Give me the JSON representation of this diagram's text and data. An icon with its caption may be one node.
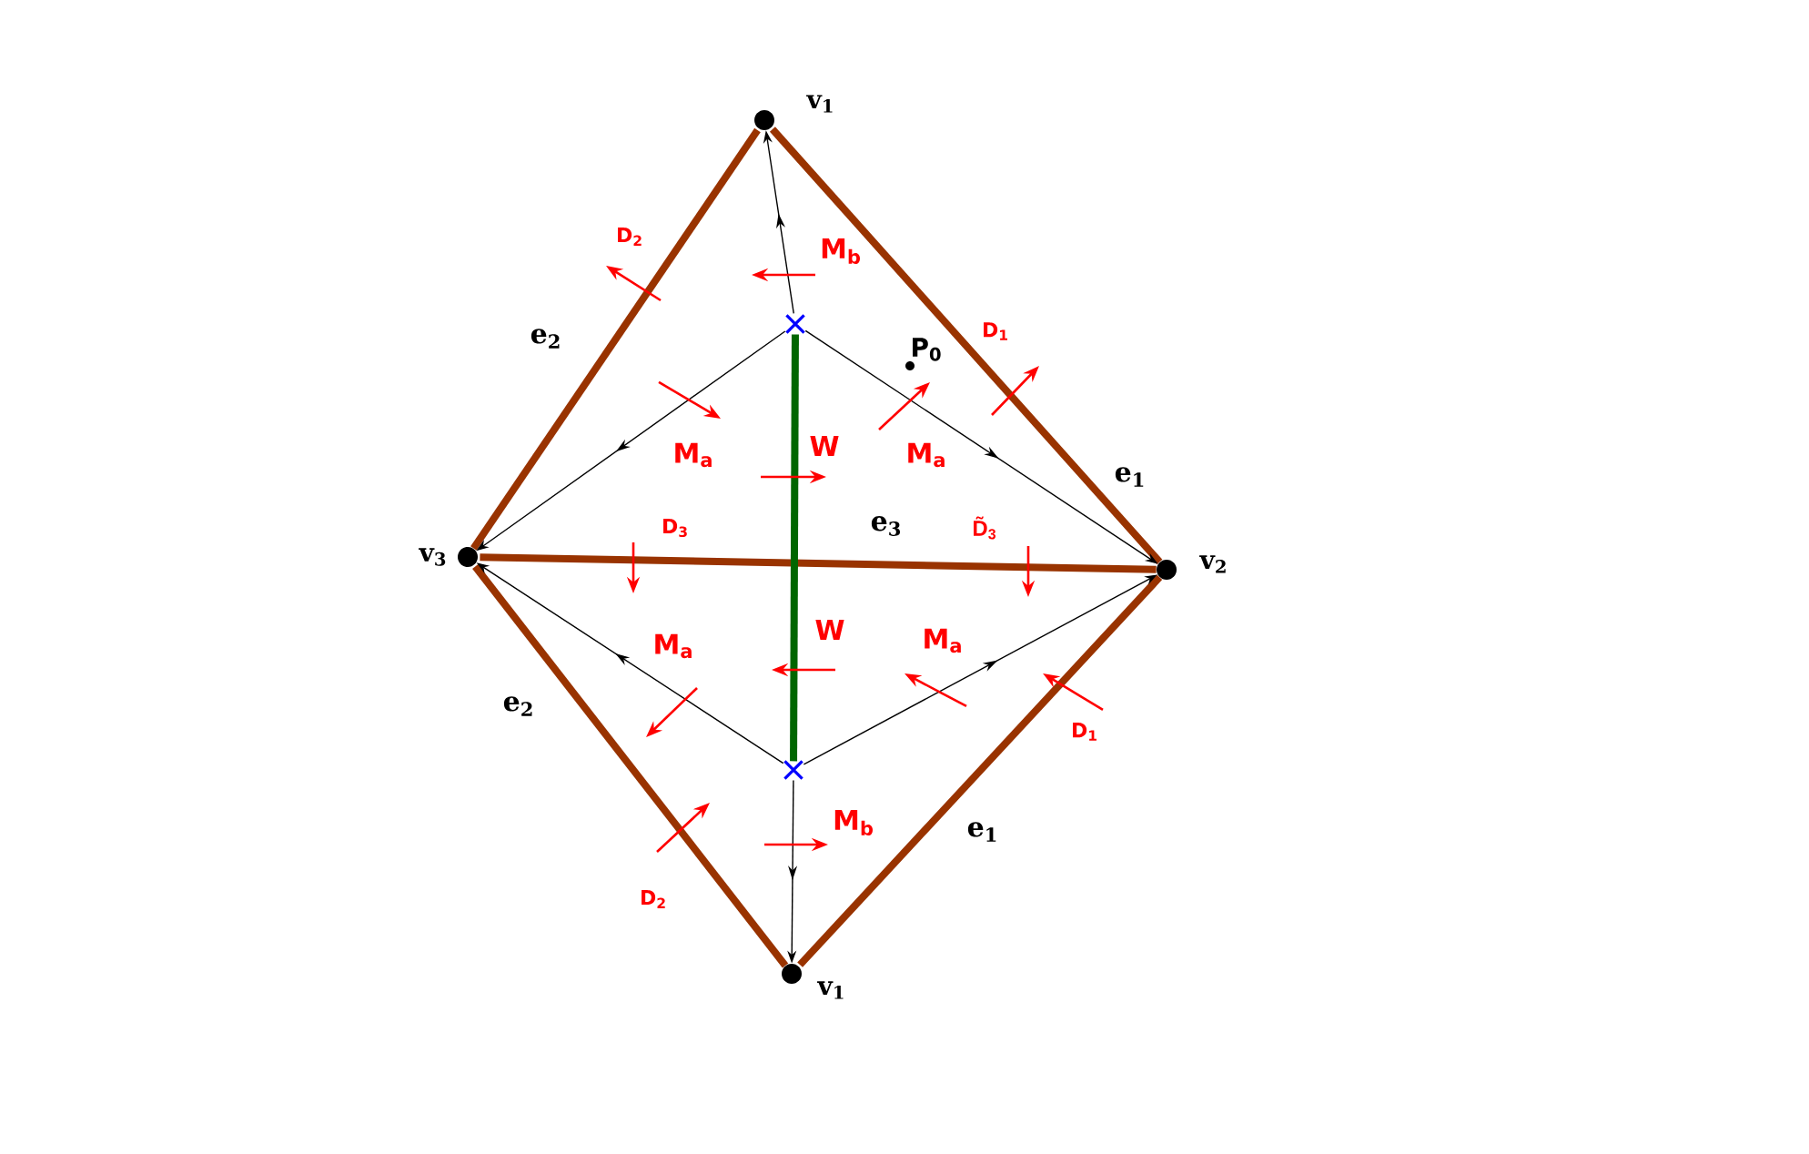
{
  "diagram": {
    "nodes": [
      {
        "text": [],
        "shape": "circle",
        "beside": [
          "v$_{1}$"
        ]
      },
      {
        "text": [],
        "shape": "circle",
        "beside": [
          "v$_{2}$"
        ]
      },
      {
        "text": [],
        "shape": "circle",
        "beside": [
          "v$_{3}$"
        ]
      },
      {
        "text": [],
        "shape": "circle",
        "beside": [
          "v$_{1}$"
        ]
      },
      {
        "text": [],
        "shape": "cross"
      },
      {
        "text": [],
        "shape": "cross"
      },
      {
        "text": [],
        "shape": "circle",
        "beside": [
          "P$_{0}$"
        ]
      }
    ],
    "edges": [
      {
        "from": 0,
        "to": 1,
        "arrow": "none",
        "label": "e$_{1}$",
        "style": "thick",
        "color": "#993300"
      },
      {
        "from": 0,
        "to": 2,
        "arrow": "none",
        "label": "e$_{2}$",
        "style": "thick",
        "color": "#993300"
      },
      {
        "from": 2,
        "to": 1,
        "arrow": "none",
        "label": "e$_{3}$",
        "style": "thick",
        "color": "#993300"
      },
      {
        "from": 2,
        "to": 3,
        "arrow": "none",
        "label": "e$_{2}$",
        "style": "thick",
        "color": "#993300"
      },
      {
        "from": 3,
        "to": 1,
        "arrow": "none",
        "label": "e$_{1}$",
        "style": "thick",
        "color": "#993300"
      },
      {
        "from": 4,
        "to": 5,
        "arrow": "none",
        "style": "thick",
        "color": "#006600"
      },
      {
        "from": 4,
        "to": 0,
        "arrow": "to"
      },
      {
        "from": 4,
        "to": 2,
        "arrow": "to"
      },
      {
        "from": 4,
        "to": 1,
        "arrow": "to"
      },
      {
        "from": 5,
        "to": 2,
        "arrow": "to"
      },
      {
        "from": 5,
        "to": 1,
        "arrow": "to"
      },
      {
        "from": 5,
        "to": 3,
        "arrow": "to"
      }
    ],
    "labels": [
      "D$_{2}$",
      "M$_{b}$",
      "D$_{1}$",
      "M$_{a}$",
      "W",
      "M$_{a}$",
      "D$_{3}$",
      "D̃$_{3}$",
      "W",
      "M$_{a}$",
      "M$_{a}$",
      "D$_{1}$",
      "M$_{b}$",
      "D$_{2}$"
    ]
  }
}
